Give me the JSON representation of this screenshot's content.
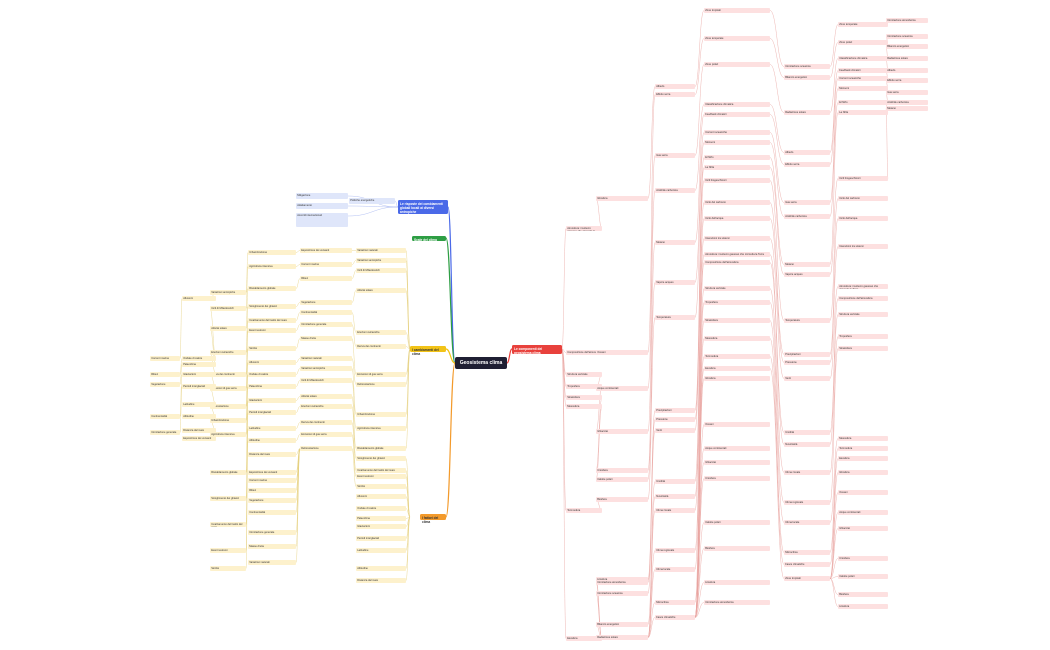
{
  "central": "Geosistema clima",
  "branches": {
    "components": "Le componenti del geosistema clima",
    "effects": "Le risposte dei cambiamenti globali locali ai diversi antropiche",
    "green": "Scale del clima",
    "changes": "I cambiamenti del clima",
    "factors": "I fattori del clima"
  },
  "red_nodes": [
    "Atmosfera: involucro gassoso che circonda la Terra",
    "Composizione dell'atmosfera",
    "Struttura verticale",
    "Troposfera",
    "Stratosfera",
    "Mesosfera",
    "Termosfera",
    "Esosfera",
    "Idrosfera",
    "Oceani",
    "Acque continentali",
    "Ghiacciai",
    "Criosfera",
    "Calotte polari",
    "Biosfera",
    "Litosfera",
    "Circolazione atmosferica",
    "Circolazione oceanica",
    "Bilancio energetico",
    "Radiazione solare",
    "Albedo",
    "Effetto serra",
    "Gas serra",
    "Anidride carbonica",
    "Metano",
    "Vapore acqueo",
    "Temperatura",
    "Precipitazioni",
    "Pressione",
    "Venti",
    "Umidità",
    "Nuvolosità",
    "Clima zonale",
    "Clima regionale",
    "Clima locale",
    "Microclima",
    "Fasce climatiche",
    "Zone tropicali",
    "Zone temperate",
    "Zone polari",
    "Classificazione climatica",
    "Feedback climatici",
    "Correnti oceaniche",
    "Monsoni",
    "El Niño",
    "La Niña",
    "Cicli biogeochimici",
    "Ciclo del carbonio",
    "Ciclo dell'acqua",
    "Interazioni tra sistemi"
  ],
  "yellow_nodes": [
    "Variazioni naturali",
    "Variazioni antropiche",
    "Cicli di Milankovitch",
    "Attività solare",
    "Eruzioni vulcaniche",
    "Deriva dei continenti",
    "Emissioni di gas serra",
    "Deforestazione",
    "Urbanizzazione",
    "Agricoltura intensiva",
    "Riscaldamento globale",
    "Scioglimento dei ghiacci",
    "Innalzamento del livello del mare",
    "Eventi estremi",
    "Siccità",
    "Alluvioni",
    "Ondate di calore",
    "Paleoclima",
    "Glaciazioni",
    "Periodi interglaciali",
    "Latitudine",
    "Altitudine",
    "Distanza dal mare",
    "Esposizione dei versanti",
    "Correnti marine",
    "Rilievi",
    "Vegetazione",
    "Continentalità",
    "Circolazione generale",
    "Masse d'aria"
  ],
  "blue_nodes": [
    "Mitigazione",
    "Adattamento",
    "Accordi internazionali",
    "Politiche energetiche"
  ]
}
